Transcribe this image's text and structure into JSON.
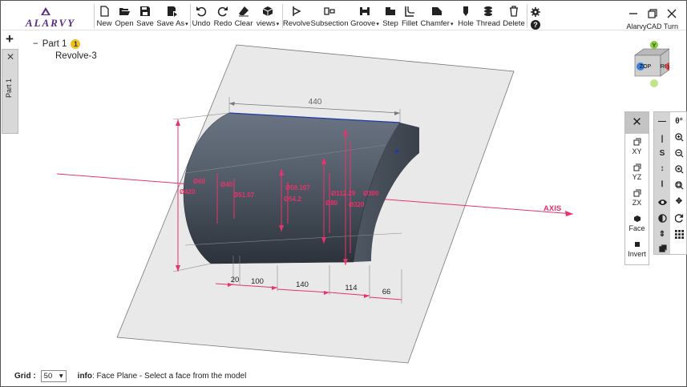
{
  "brand": {
    "logo_text": "ALARVY"
  },
  "toolbar": {
    "buttons": [
      {
        "id": "new",
        "label": "New"
      },
      {
        "id": "open",
        "label": "Open"
      },
      {
        "id": "save",
        "label": "Save"
      },
      {
        "id": "saveas",
        "label": "Save As"
      },
      {
        "id": "undo",
        "label": "Undo"
      },
      {
        "id": "redo",
        "label": "Redo"
      },
      {
        "id": "clear",
        "label": "Clear"
      },
      {
        "id": "views",
        "label": "views"
      },
      {
        "id": "revolve",
        "label": "Revolve"
      },
      {
        "id": "subsection",
        "label": "Subsection"
      },
      {
        "id": "groove",
        "label": "Groove"
      },
      {
        "id": "step",
        "label": "Step"
      },
      {
        "id": "fillet",
        "label": "Fillet"
      },
      {
        "id": "chamfer",
        "label": "Chamfer"
      },
      {
        "id": "hole",
        "label": "Hole"
      },
      {
        "id": "thread",
        "label": "Thread"
      },
      {
        "id": "delete",
        "label": "Delete"
      }
    ]
  },
  "window": {
    "title": "AlarvyCAD Turn"
  },
  "tabs": {
    "part_tab_label": "Part 1"
  },
  "tree": {
    "part_label": "Part 1",
    "part_badge": "1",
    "child_label": "Revolve-3"
  },
  "model": {
    "dimensions": {
      "length_top": "440",
      "bottom": [
        "20",
        "100",
        "140",
        "114",
        "66"
      ],
      "diameters": [
        "Ø420",
        "Ø60",
        "Ø40",
        "Ø51.07",
        "Ø59.107",
        "Ø54.2",
        "Ø80",
        "Ø112.29",
        "Ø300",
        "Ø320"
      ]
    },
    "axis_label": "AXIS"
  },
  "viewcube": {
    "top_label": "Y",
    "front_label": "ZOP",
    "right_label": "RG",
    "x_label": "X"
  },
  "selection_panel": {
    "items": [
      "XY",
      "YZ",
      "ZX",
      "Face",
      "Invert"
    ]
  },
  "view_tools": {
    "zoom_label": "S"
  },
  "status": {
    "grid_label": "Grid :",
    "grid_value": "50",
    "info_label": "info",
    "info_text": ": Face Plane - Select a face from the model"
  },
  "colors": {
    "accent": "#e8336b",
    "model": "#4a5563",
    "plane": "#e9e9e9",
    "badge": "#f0c020"
  }
}
